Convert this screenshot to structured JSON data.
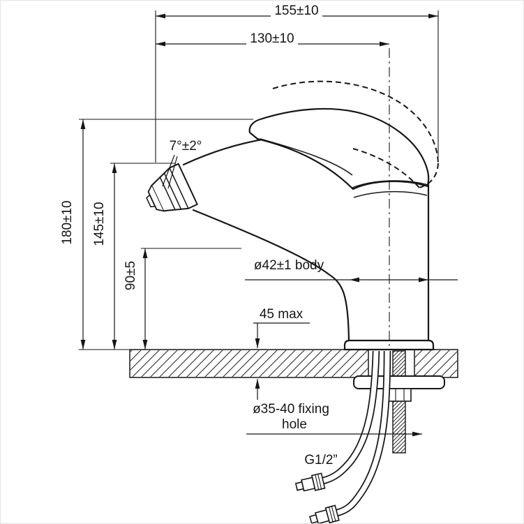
{
  "drawing": {
    "type": "faucet-installation-dimension-drawing",
    "colors": {
      "line": "#161616",
      "background": "#ffffff"
    },
    "labels": {
      "overall_width": "155±10",
      "spout_reach": "130±10",
      "overall_height": "180±10",
      "spout_height": "145±10",
      "underspout_height": "90±5",
      "aerator_angle": "7°±2°",
      "body_diameter": "ø42±1 body",
      "max_deck_thickness": "45 max",
      "fixing_hole_line1": "ø35-40 fixing",
      "fixing_hole_line2": "hole",
      "connection_thread": "G1/2”"
    }
  }
}
